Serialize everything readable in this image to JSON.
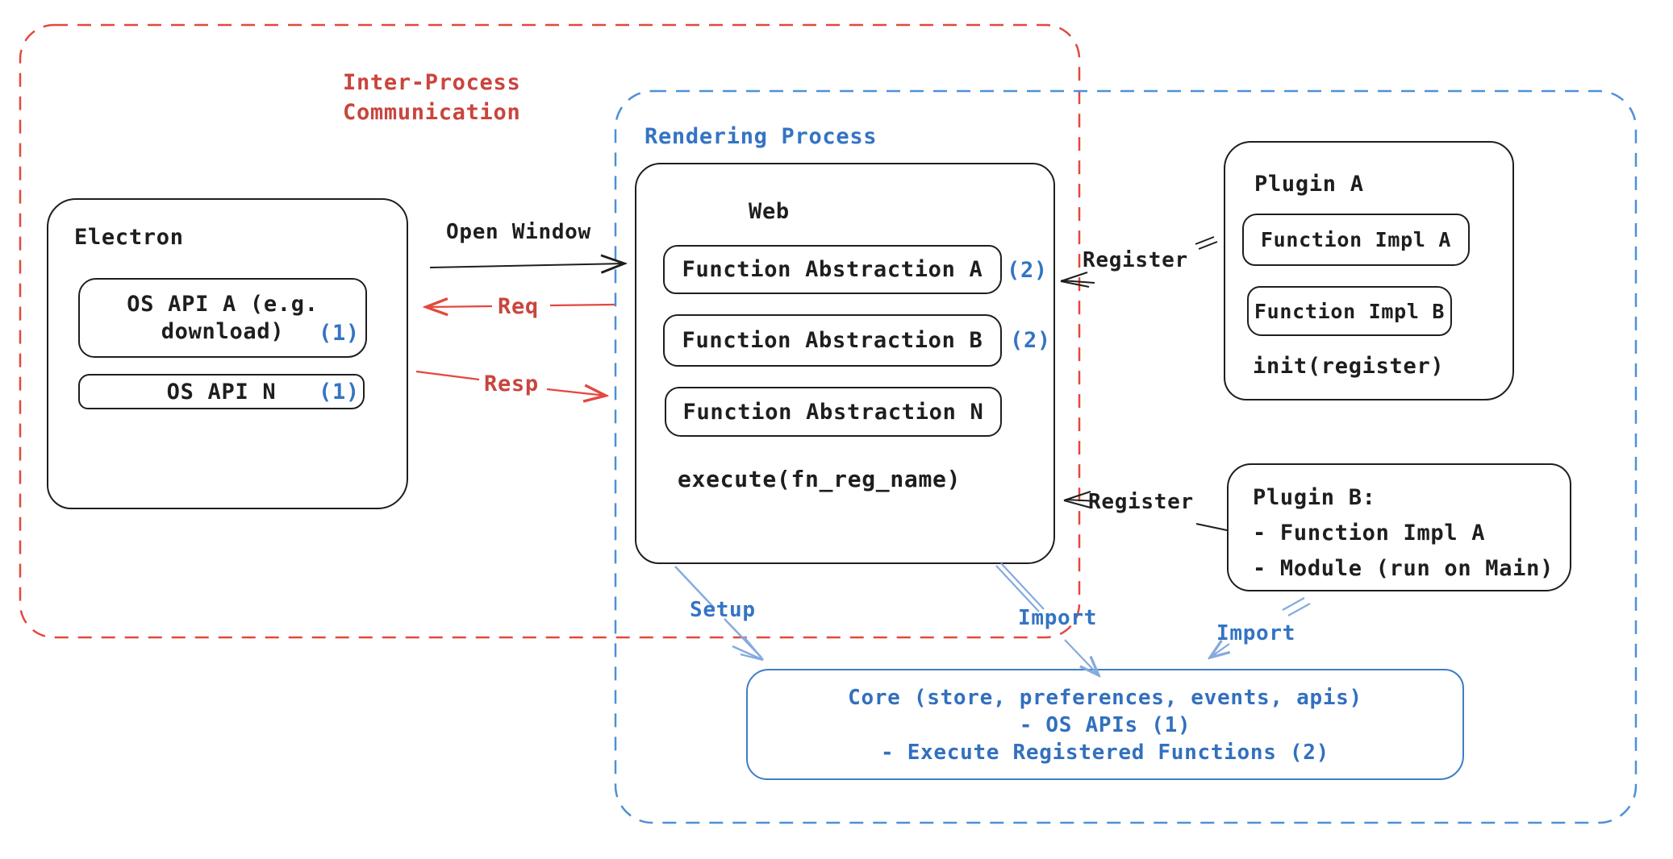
{
  "colors": {
    "ink_black": "#1e1e1e",
    "red_text": "#c9453d",
    "red_dash": "#e3483e",
    "blue_text": "#3474c4",
    "blue_dash": "#4f8fd8",
    "blue_arrow": "#85aade",
    "core_border": "#3f7dc6",
    "background": "#ffffff"
  },
  "ipc": {
    "line1": "Inter-Process",
    "line2": "Communication"
  },
  "rendering": {
    "title": "Rendering Process"
  },
  "electron": {
    "title": "Electron",
    "api_a_l1": "OS API A (e.g.",
    "api_a_l2": "download)",
    "api_a_badge": "(1)",
    "api_n": "OS API N",
    "api_n_badge": "(1)"
  },
  "web": {
    "title": "Web",
    "fa_a": "Function Abstraction A",
    "fa_a_badge": "(2)",
    "fa_b": "Function Abstraction B",
    "fa_b_badge": "(2)",
    "fa_n": "Function Abstraction N",
    "execute": "execute(fn_reg_name)"
  },
  "plugin_a": {
    "title": "Plugin A",
    "impl_a": "Function Impl A",
    "impl_b": "Function Impl B",
    "init": "init(register)"
  },
  "plugin_b": {
    "l1": "Plugin B:",
    "l2": "- Function Impl A",
    "l3": "- Module (run on Main)"
  },
  "core": {
    "l1": "Core (store, preferences, events, apis)",
    "l2": "- OS APIs (1)",
    "l3": "- Execute Registered Functions (2)"
  },
  "labels": {
    "open_window": "Open Window",
    "req": "Req",
    "resp": "Resp",
    "register_a": "Register",
    "register_b": "Register",
    "setup": "Setup",
    "import_web": "Import",
    "import_plugin": "Import"
  }
}
